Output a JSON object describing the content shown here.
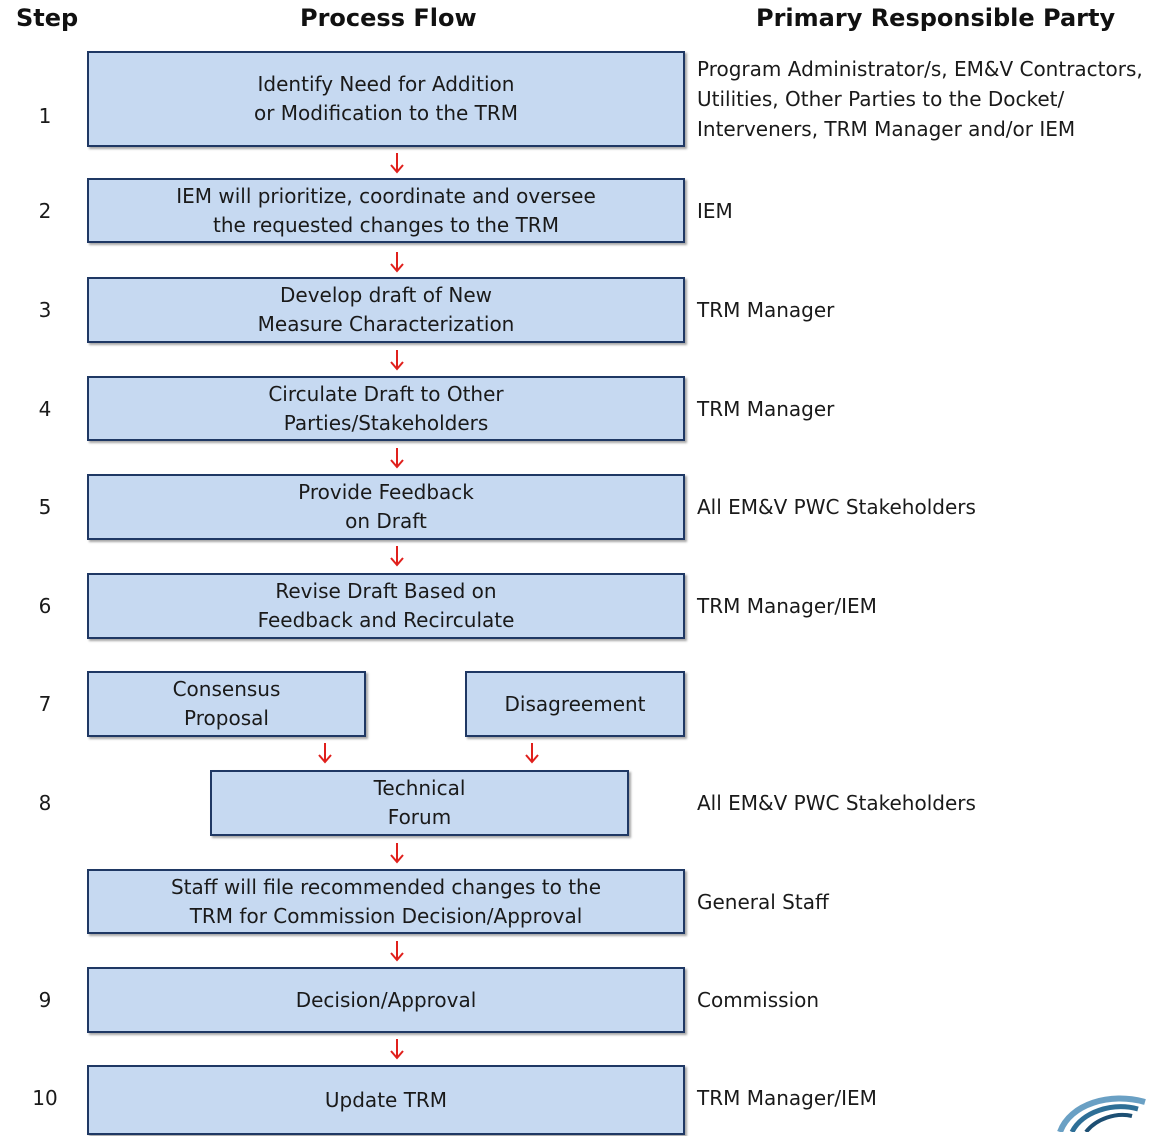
{
  "headers": {
    "step": "Step",
    "process_flow": "Process Flow",
    "party": "Primary Responsible Party"
  },
  "steps": [
    {
      "number": "1",
      "box": "Identify Need for Addition\nor Modification  to the TRM",
      "party": "Program Administrator/s, EM&V Contractors,\nUtilities, Other Parties to the Docket/\nInterveners, TRM Manager and/or IEM"
    },
    {
      "number": "2",
      "box": "IEM will prioritize, coordinate and oversee\nthe requested changes to the TRM",
      "party": "IEM"
    },
    {
      "number": "3",
      "box": "Develop draft of New\nMeasure Characterization",
      "party": "TRM Manager"
    },
    {
      "number": "4",
      "box": "Circulate Draft to Other\nParties/Stakeholders",
      "party": "TRM Manager"
    },
    {
      "number": "5",
      "box": "Provide Feedback\non Draft",
      "party": "All EM&V PWC Stakeholders"
    },
    {
      "number": "6",
      "box": "Revise Draft Based on\nFeedback and Recirculate",
      "party": "TRM Manager/IEM"
    },
    {
      "number": "7",
      "box_left": "Consensus\nProposal",
      "box_right": "Disagreement"
    },
    {
      "number": "8",
      "box": "Technical\nForum",
      "party": "All EM&V PWC Stakeholders"
    },
    {
      "number": "",
      "box": "Staff will file recommended changes to the\nTRM for Commission Decision/Approval",
      "party": "General Staff"
    },
    {
      "number": "9",
      "box": "Decision/Approval",
      "party": "Commission"
    },
    {
      "number": "10",
      "box": "Update TRM",
      "party": "TRM Manager/IEM"
    }
  ],
  "colors": {
    "box_fill": "#c6d9f1",
    "box_border": "#1f3864",
    "arrow": "#e0201c"
  },
  "logo_icon": "swirl-logo-icon"
}
